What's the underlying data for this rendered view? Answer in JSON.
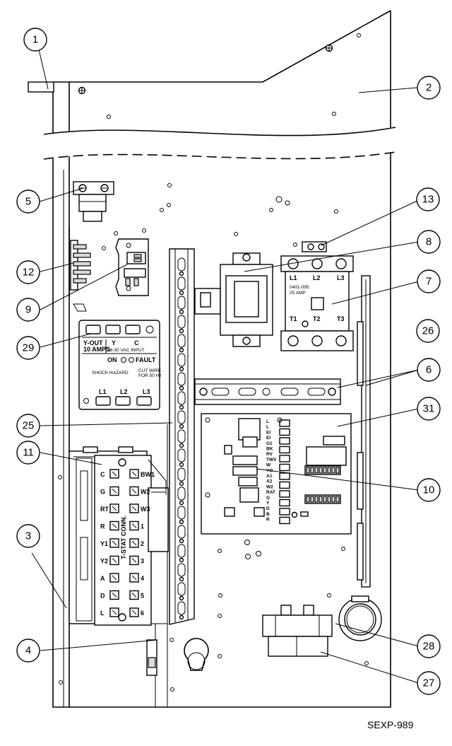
{
  "callouts": [
    {
      "id": "1",
      "label": "1"
    },
    {
      "id": "2",
      "label": "2"
    },
    {
      "id": "5",
      "label": "5"
    },
    {
      "id": "13",
      "label": "13"
    },
    {
      "id": "8",
      "label": "8"
    },
    {
      "id": "12",
      "label": "12"
    },
    {
      "id": "7",
      "label": "7"
    },
    {
      "id": "9",
      "label": "9"
    },
    {
      "id": "29",
      "label": "29"
    },
    {
      "id": "26",
      "label": "26"
    },
    {
      "id": "6",
      "label": "6"
    },
    {
      "id": "31",
      "label": "31"
    },
    {
      "id": "25",
      "label": "25"
    },
    {
      "id": "11",
      "label": "11"
    },
    {
      "id": "10",
      "label": "10"
    },
    {
      "id": "3",
      "label": "3"
    },
    {
      "id": "4",
      "label": "4"
    },
    {
      "id": "28",
      "label": "28"
    },
    {
      "id": "27",
      "label": "27"
    }
  ],
  "breaker_module": {
    "y_out": "Y-OUT",
    "amps": "10 AMPS",
    "y": "Y",
    "c": "C",
    "vac_input": "18-30 VAC INPUT",
    "on": "ON",
    "fault": "FAULT",
    "shock": "SHOCK HAZARD",
    "cut_wire": "CUT WIRE",
    "for_hz": "FOR 50 Hz",
    "l1": "L1",
    "l2": "L2",
    "l3": "L3"
  },
  "contactor": {
    "l1": "L1",
    "l2": "L2",
    "l3": "L3",
    "part": "0401-095",
    "amp": "25 AMP",
    "t1": "T1",
    "t2": "T2",
    "t3": "T3"
  },
  "terminal_strip": {
    "title": "T-STAT CONN.",
    "left": [
      "C",
      "G",
      "RT",
      "R",
      "Y1",
      "Y2",
      "A",
      "D",
      "L"
    ],
    "right": [
      "BW1",
      "W2",
      "W3",
      "1",
      "2",
      "3",
      "4",
      "5",
      "6"
    ]
  },
  "control_board": {
    "labels": [
      "L",
      "L",
      "EI",
      "EI",
      "G1",
      "BK",
      "RV",
      "TWV",
      "W",
      "YO",
      "A1",
      "A2",
      "W2",
      "RAT",
      "G",
      "Y",
      "D",
      "B",
      "R"
    ]
  },
  "drawing_code": "SEXP-989"
}
